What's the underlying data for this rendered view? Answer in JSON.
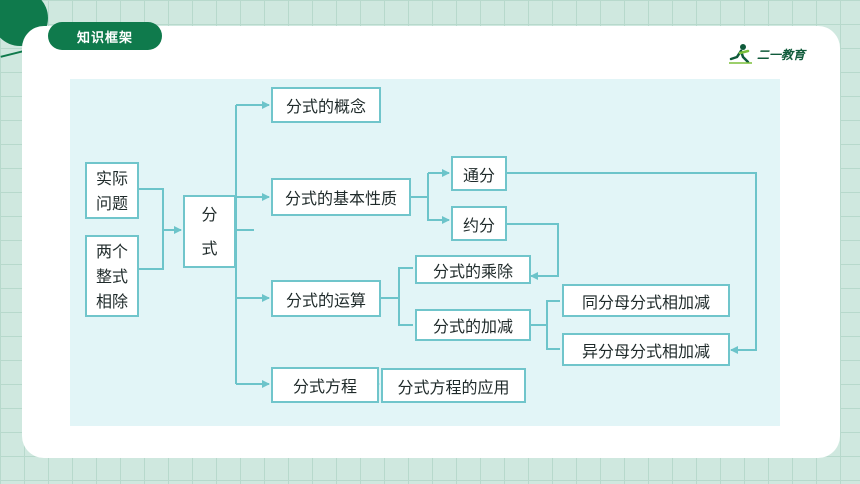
{
  "header": {
    "title": "知识框架",
    "logo_text": "二一教育"
  },
  "colors": {
    "accent": "#0f7a4c",
    "diagram_bg": "#e2f5f7",
    "node_border": "#70c5cb",
    "line": "#6cc4ca"
  },
  "diagram": {
    "nodes": {
      "practical": [
        "实际",
        "问题"
      ],
      "division": [
        "两个",
        "整式",
        "相除"
      ],
      "fraction": [
        "分",
        "式"
      ],
      "concept": "分式的概念",
      "property": "分式的基本性质",
      "common_denominator": "通分",
      "reduction": "约分",
      "operation": "分式的运算",
      "mul_div": "分式的乘除",
      "add_sub": "分式的加减",
      "same_denominator": "同分母分式相加减",
      "diff_denominator": "异分母分式相加减",
      "equation": "分式方程",
      "equation_application": "分式方程的应用"
    }
  }
}
